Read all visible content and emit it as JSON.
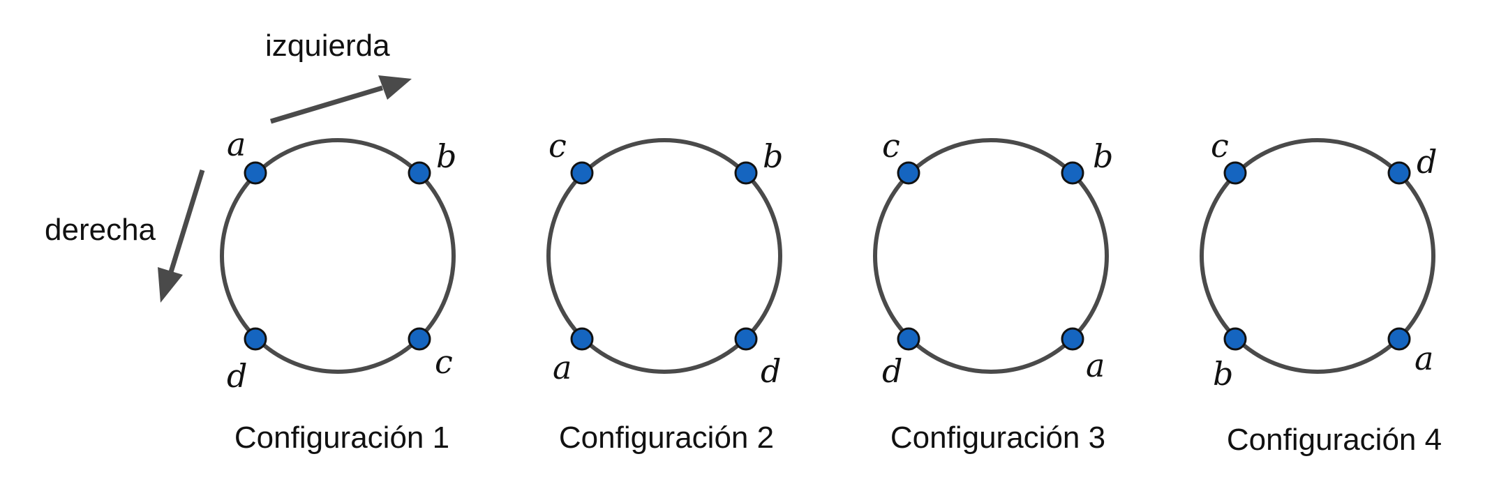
{
  "directions": {
    "left": "izquierda",
    "right": "derecha"
  },
  "colors": {
    "node_fill": "#1565c0",
    "ring_stroke": "#4a4a4a",
    "arrow": "#4a4a4a"
  },
  "configurations": [
    {
      "caption": "Configuración 1",
      "labels": {
        "top_left": "a",
        "top_right": "b",
        "bottom_left": "d",
        "bottom_right": "c"
      }
    },
    {
      "caption": "Configuración 2",
      "labels": {
        "top_left": "c",
        "top_right": "b",
        "bottom_left": "a",
        "bottom_right": "d"
      }
    },
    {
      "caption": "Configuración 3",
      "labels": {
        "top_left": "c",
        "top_right": "b",
        "bottom_left": "d",
        "bottom_right": "a"
      }
    },
    {
      "caption": "Configuración 4",
      "labels": {
        "top_left": "c",
        "top_right": "d",
        "bottom_left": "b",
        "bottom_right": "a"
      }
    }
  ]
}
